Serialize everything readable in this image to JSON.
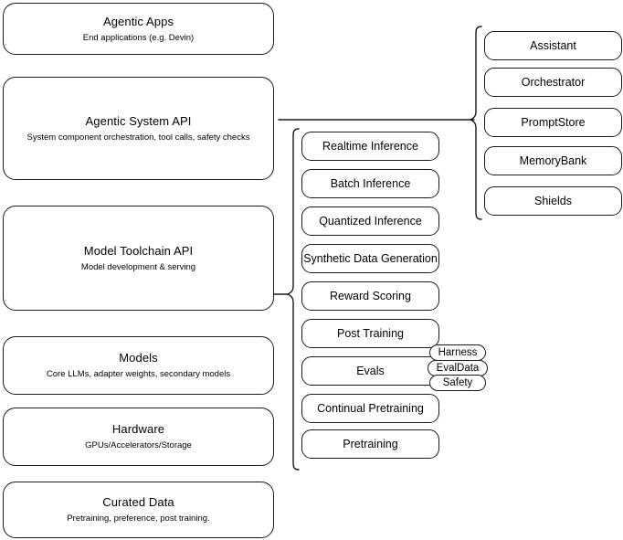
{
  "diagram": {
    "title": "Agentic AI stack layers",
    "stroke_color": "#1a1a1a",
    "background_color": "#ffffff"
  },
  "left_stack": {
    "name": "platform-layers",
    "items": [
      {
        "id": "agentic-apps",
        "title": "Agentic Apps",
        "subtitle": "End applications (e.g. Devin)"
      },
      {
        "id": "agentic-system-api",
        "title": "Agentic System API",
        "subtitle": "System component orchestration, tool calls, safety checks"
      },
      {
        "id": "model-toolchain-api",
        "title": "Model Toolchain API",
        "subtitle": "Model development & serving"
      },
      {
        "id": "models",
        "title": "Models",
        "subtitle": "Core LLMs, adapter weights, secondary models"
      },
      {
        "id": "hardware",
        "title": "Hardware",
        "subtitle": "GPUs/Accelerators/Storage"
      },
      {
        "id": "curated-data",
        "title": "Curated Data",
        "subtitle": "Pretraining, preference, post training."
      }
    ]
  },
  "middle_column": {
    "name": "model-toolchain-capabilities",
    "items": [
      {
        "id": "realtime-inference",
        "label": "Realtime Inference"
      },
      {
        "id": "batch-inference",
        "label": "Batch Inference"
      },
      {
        "id": "quantized-inference",
        "label": "Quantized Inference"
      },
      {
        "id": "synthetic-data-generation",
        "label": "Synthetic Data Generation"
      },
      {
        "id": "reward-scoring",
        "label": "Reward Scoring"
      },
      {
        "id": "post-training",
        "label": "Post Training"
      },
      {
        "id": "evals",
        "label": "Evals"
      },
      {
        "id": "continual-pretraining",
        "label": "Continual Pretraining"
      },
      {
        "id": "pretraining",
        "label": "Pretraining"
      }
    ]
  },
  "eval_pills": {
    "name": "evals-subcomponents",
    "items": [
      {
        "id": "harness",
        "label": "Harness"
      },
      {
        "id": "evaldata",
        "label": "EvalData"
      },
      {
        "id": "safety",
        "label": "Safety"
      }
    ]
  },
  "right_column": {
    "name": "agentic-system-components",
    "items": [
      {
        "id": "assistant",
        "label": "Assistant"
      },
      {
        "id": "orchestrator",
        "label": "Orchestrator"
      },
      {
        "id": "promptstore",
        "label": "PromptStore"
      },
      {
        "id": "memorybank",
        "label": "MemoryBank"
      },
      {
        "id": "shields",
        "label": "Shields"
      }
    ]
  }
}
